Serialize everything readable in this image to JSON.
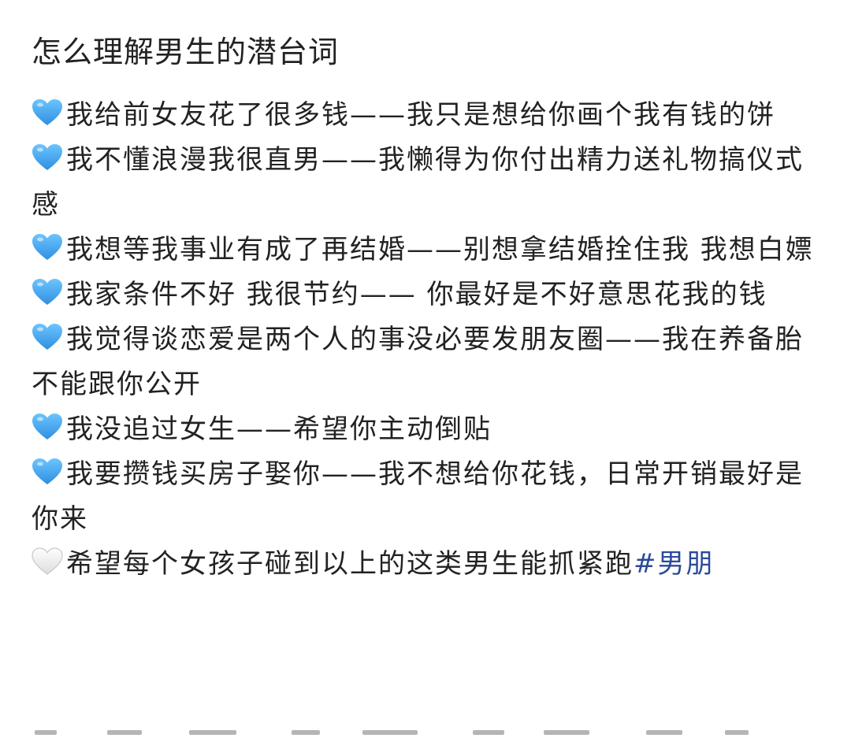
{
  "post": {
    "title": "怎么理解男生的潜台词",
    "items": [
      {
        "icon": "blue-heart",
        "text": "我给前女友花了很多钱——我只是想给你画个我有钱的饼"
      },
      {
        "icon": "blue-heart",
        "text": "我不懂浪漫我很直男——我懒得为你付出精力送礼物搞仪式感"
      },
      {
        "icon": "blue-heart",
        "text": "我想等我事业有成了再结婚——别想拿结婚拴住我 我想白嫖"
      },
      {
        "icon": "blue-heart",
        "text": "我家条件不好 我很节约—— 你最好是不好意思花我的钱"
      },
      {
        "icon": "blue-heart",
        "text": "我觉得谈恋爱是两个人的事没必要发朋友圈——我在养备胎不能跟你公开"
      },
      {
        "icon": "blue-heart",
        "text": "我没追过女生——希望你主动倒贴"
      },
      {
        "icon": "blue-heart",
        "text": "我要攒钱买房子娶你——我不想给你花钱，日常开销最好是你来"
      }
    ],
    "closing": {
      "icon": "white-heart",
      "text": "希望每个女孩子碰到以上的这类男生能抓紧跑",
      "hashtag": "#男朋"
    }
  },
  "colors": {
    "text": "#222222",
    "hashtag": "#2a4a9a",
    "blue_heart": "#4aa8f0",
    "white_heart": "#f2f2f2"
  }
}
